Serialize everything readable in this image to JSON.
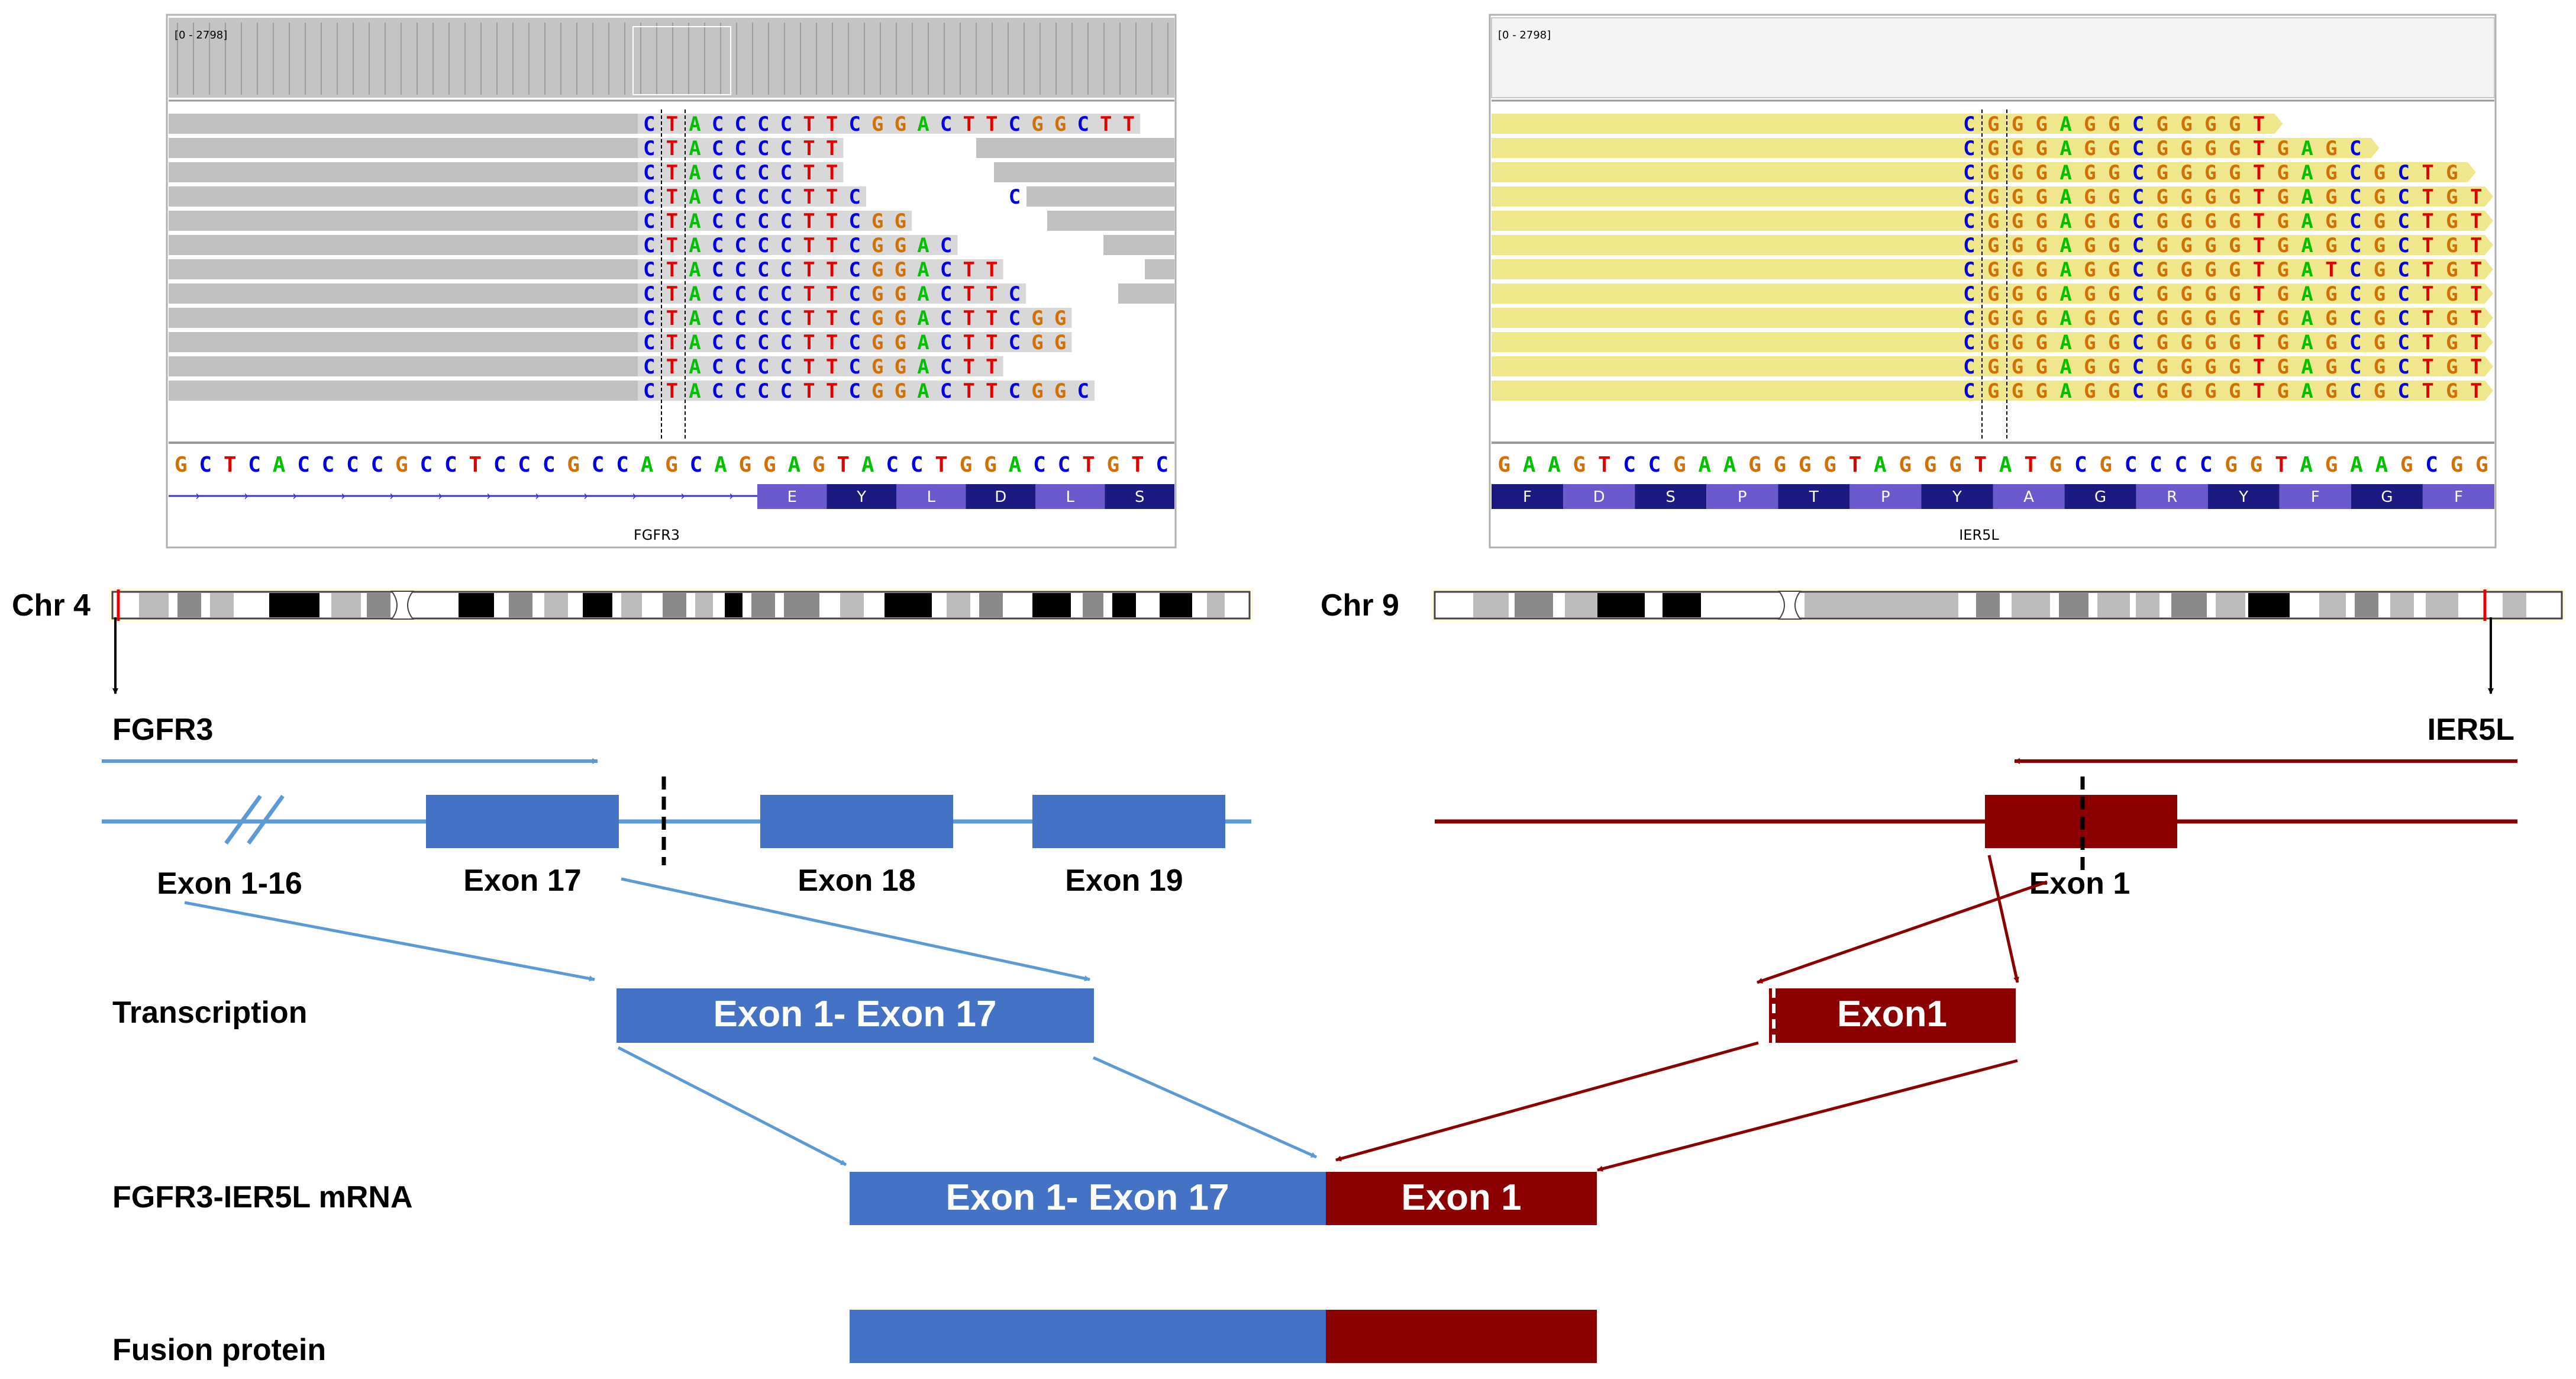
{
  "igv_left": {
    "range_label": "[0 - 2798]",
    "reads": [
      "CTACCCCTTCGGACTTCGGCTT",
      "CTACCCCTT",
      "CTACCCCTT",
      "CTACCCCTTC",
      "CTACCCCTTCGG",
      "CTACCCCTTCGGAC",
      "CTACCCCTTCGGACTT",
      "CTACCCCTTCGGACTTC",
      "CTACCCCTTCGGACTTCGG",
      "CTACCCCTTCGGACTTCGG",
      "CTACCCCTTCGGACTT",
      "CTACCCCTTCGGACTTCGGC"
    ],
    "stray_base": "C",
    "reference": "GCTCACCCCGCCTCCCGCCAGCAGGAGTACCTGGACCTGTC",
    "amino_acids": [
      "E",
      "Y",
      "L",
      "D",
      "L",
      "S"
    ],
    "gene": "FGFR3"
  },
  "igv_right": {
    "range_label": "[0 - 2798]",
    "reads": [
      "CGGGAGGCGGGGT",
      "CGGGAGGCGGGGTGAGC",
      "CGGGAGGCGGGGTGAGCGCTG",
      "CGGGAGGCGGGGTGAGCGCTGT",
      "CGGGAGGCGGGGTGAGCGCTGT",
      "CGGGAGGCGGGGTGAGCGCTGT",
      "CGGGAGGCGGGGTGATCGCTGT",
      "CGGGAGGCGGGGTGAGCGCTGT",
      "CGGGAGGCGGGGTGAGCGCTGT",
      "CGGGAGGCGGGGTGAGCGCTGT",
      "CGGGAGGCGGGGTGAGCGCTGT",
      "CGGGAGGCGGGGTGAGCGCTGT"
    ],
    "reference": "GAAGTCCGAAGGGGTAGGGTATGCGCCCCGGTAGAAGCGG",
    "amino_acids": [
      "F",
      "D",
      "S",
      "P",
      "T",
      "P",
      "Y",
      "A",
      "G",
      "R",
      "Y",
      "F",
      "G",
      "F"
    ],
    "gene": "IER5L"
  },
  "chromosomes": {
    "left_label": "Chr 4",
    "right_label": "Chr 9"
  },
  "gene_structure": {
    "fgfr3_label": "FGFR3",
    "ier5l_label": "IER5L",
    "fgfr3_exons": [
      "Exon 1-16",
      "Exon 17",
      "Exon 18",
      "Exon 19"
    ],
    "ier5l_exon": "Exon 1"
  },
  "rows": {
    "transcription": "Transcription",
    "mrna": "FGFR3-IER5L mRNA",
    "protein": "Fusion protein"
  },
  "boxes": {
    "fgfr3_transcript": "Exon 1- Exon 17",
    "ier5l_transcript": "Exon1",
    "mrna_left": "Exon 1- Exon 17",
    "mrna_right": "Exon 1"
  },
  "colors": {
    "fgfr3": "#4472c4",
    "fgfr3_light": "#5b9bd5",
    "ier5l": "#8b0000",
    "igv_read_gray": "#c0c0c0",
    "igv_read_yellow": "#f0e68c",
    "base_A": "#00c000",
    "base_C": "#0000e0",
    "base_G": "#d17105",
    "base_T": "#e00000"
  }
}
